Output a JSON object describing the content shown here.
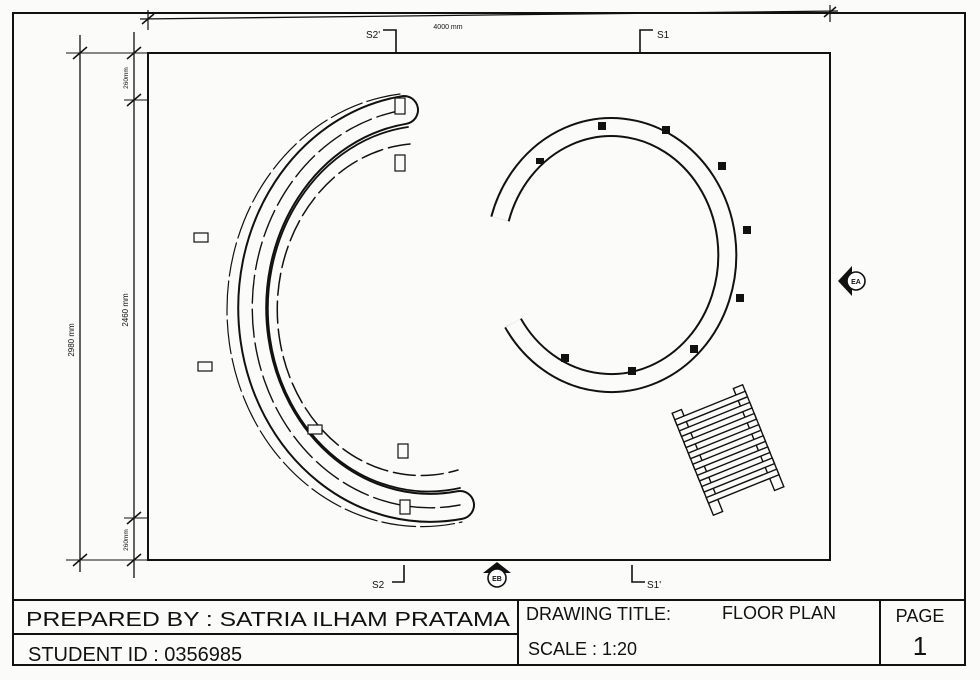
{
  "dimensions": {
    "top_width": "4000 mm",
    "left_total": "2980 mm",
    "inner_height": "2460 mm",
    "top_margin": "260mm",
    "bottom_margin": "260mm"
  },
  "section_marks": {
    "s2_top": "S2'",
    "s1_top": "S1",
    "s2_bottom": "S2",
    "s1_bottom": "S1'"
  },
  "elevation_marks": {
    "east": "EA",
    "bottom": "EB"
  },
  "title_block": {
    "prepared_by": "PREPARED BY : SATRIA ILHAM PRATAMA",
    "student_id": "STUDENT ID : 0356985",
    "drawing_title_label": "DRAWING TITLE:",
    "drawing_title_value": "FLOOR PLAN",
    "scale": "SCALE : 1:20",
    "page_label": "PAGE",
    "page_number": "1"
  },
  "colors": {
    "ink": "#111111",
    "paper": "#fbfbf9",
    "fill_dark": "#111111"
  }
}
